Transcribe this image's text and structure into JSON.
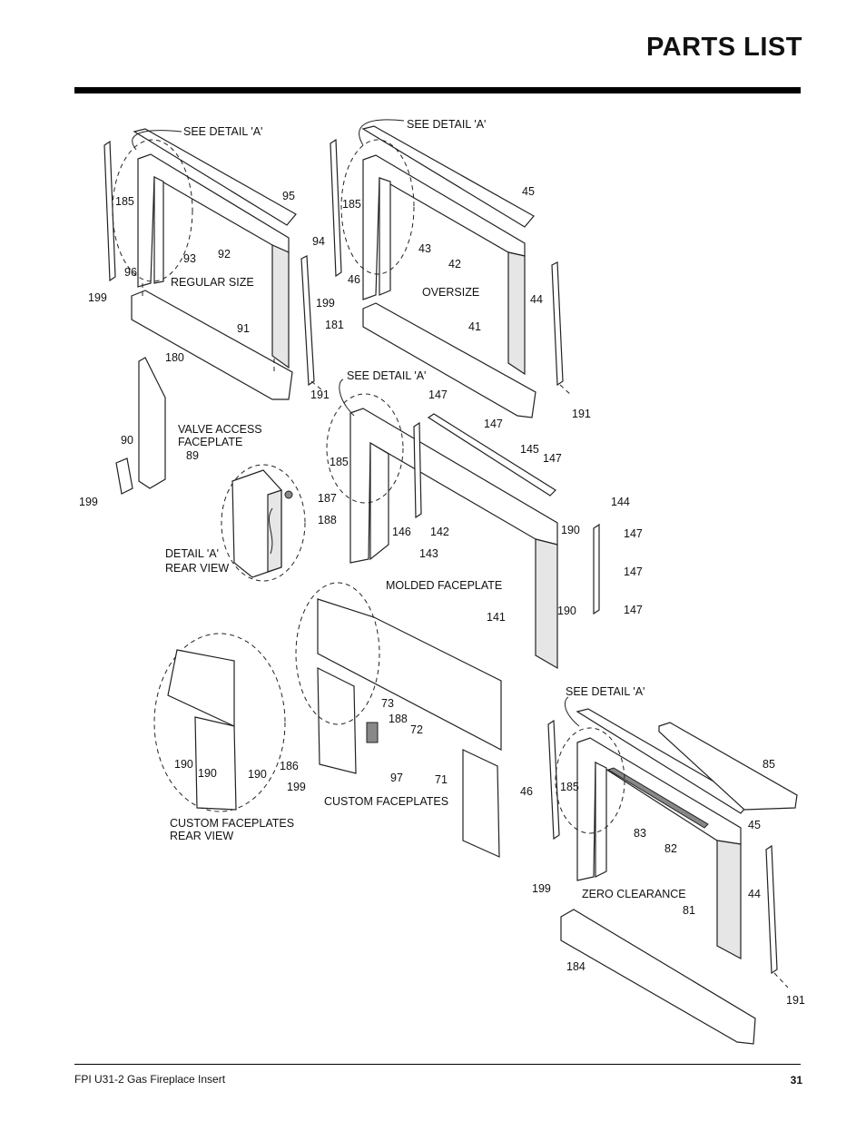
{
  "page": {
    "title": "PARTS LIST",
    "footer_left": "FPI U31-2 Gas Fireplace Insert",
    "page_number": "31"
  },
  "sections": {
    "regular": "REGULAR SIZE",
    "oversize": "OVERSIZE",
    "valve": [
      "VALVE ACCESS",
      "FACEPLATE"
    ],
    "detail": [
      "DETAIL 'A'",
      "REAR VIEW"
    ],
    "molded": "MOLDED FACEPLATE",
    "custom": "CUSTOM FACEPLATES",
    "custom_rear": [
      "CUSTOM FACEPLATES",
      "REAR VIEW"
    ],
    "zero": "ZERO CLEARANCE"
  },
  "see_detail": "SEE DETAIL 'A'",
  "callouts": {
    "regular": [
      "185",
      "95",
      "92",
      "93",
      "96",
      "199",
      "91",
      "180",
      "94",
      "191"
    ],
    "oversize": [
      "185",
      "45",
      "43",
      "42",
      "46",
      "199",
      "181",
      "41",
      "44",
      "191"
    ],
    "valve": [
      "90",
      "89",
      "199"
    ],
    "detail": [
      "187",
      "188"
    ],
    "molded": [
      "147",
      "147",
      "145",
      "147",
      "185",
      "146",
      "142",
      "143",
      "144",
      "190",
      "147",
      "147",
      "190",
      "147",
      "141"
    ],
    "custom": [
      "73",
      "188",
      "72",
      "186",
      "199",
      "97",
      "71"
    ],
    "custom_rear": [
      "190",
      "190",
      "190"
    ],
    "zero": [
      "46",
      "185",
      "85",
      "45",
      "83",
      "82",
      "199",
      "44",
      "81",
      "184",
      "191"
    ]
  }
}
